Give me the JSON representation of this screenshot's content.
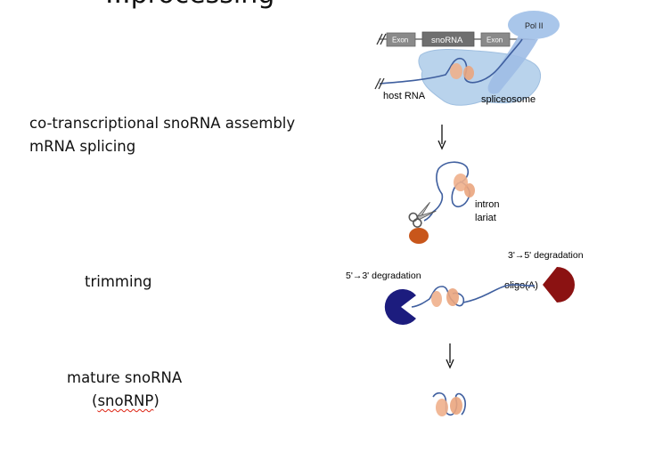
{
  "header": {
    "title_fragment": "...processing"
  },
  "steps": {
    "step1": {
      "line1": "co-transcriptional snoRNA assembly",
      "line2": "mRNA splicing"
    },
    "step2": {
      "label": "trimming"
    },
    "step3": {
      "line1": "mature snoRNA",
      "line2": "(snoRNP)"
    }
  },
  "gene": {
    "exon_left": "Exon",
    "snorna": "snoRNA",
    "exon_right": "Exon",
    "pol2": "Pol II",
    "host_rna": "host RNA",
    "spliceosome": "spliceosome"
  },
  "lariat": {
    "line1": "intron",
    "line2": "lariat"
  },
  "degradation": {
    "five_to_three": "5'→3' degradation",
    "three_to_five": "3'→5' degradation",
    "oligo_a": "oligo(A)"
  },
  "colors": {
    "pol2": "#a9c6ea",
    "spliceosome": "#b9d3ec",
    "snorna_protein": "#f0b08c",
    "rna_line": "#3f5f9f",
    "exonuclease_5_3": "#1c1c7e",
    "exonuclease_3_5": "#8b1212",
    "debranching": "#c8561b",
    "gene_box": "#8a8a8a"
  }
}
